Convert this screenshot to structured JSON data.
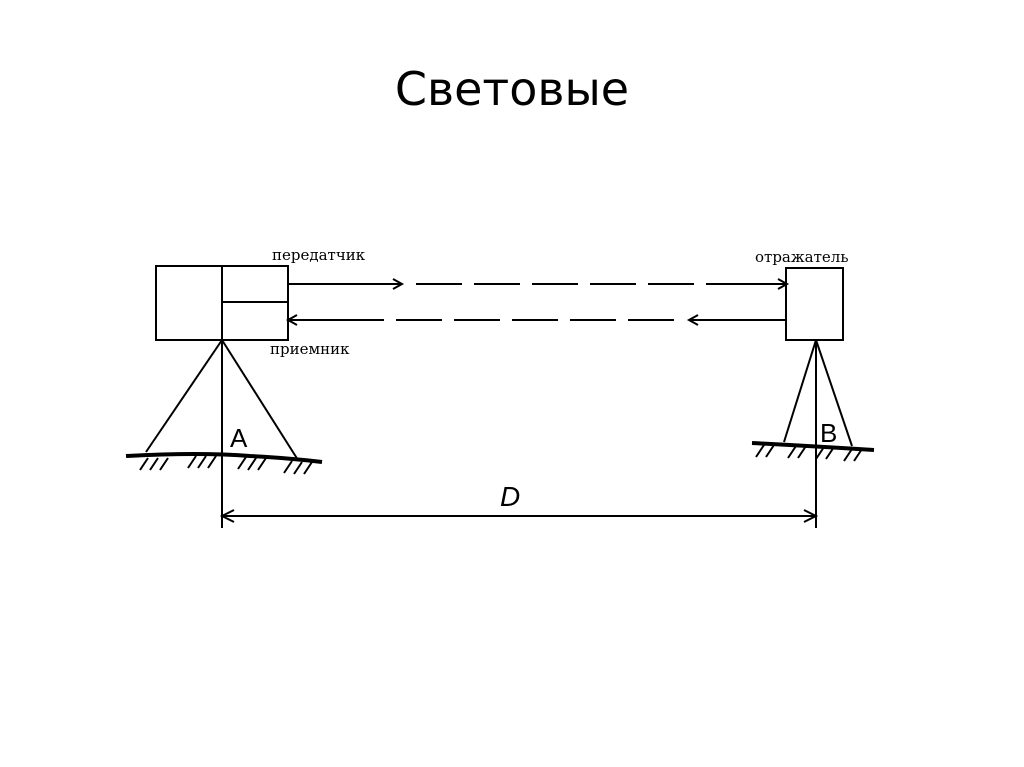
{
  "title": "Световые",
  "diagram": {
    "transmitter_label": "передатчик",
    "receiver_label": "приемник",
    "reflector_label": "отражатель",
    "point_a_label": "A",
    "point_b_label": "B",
    "distance_label": "D"
  }
}
